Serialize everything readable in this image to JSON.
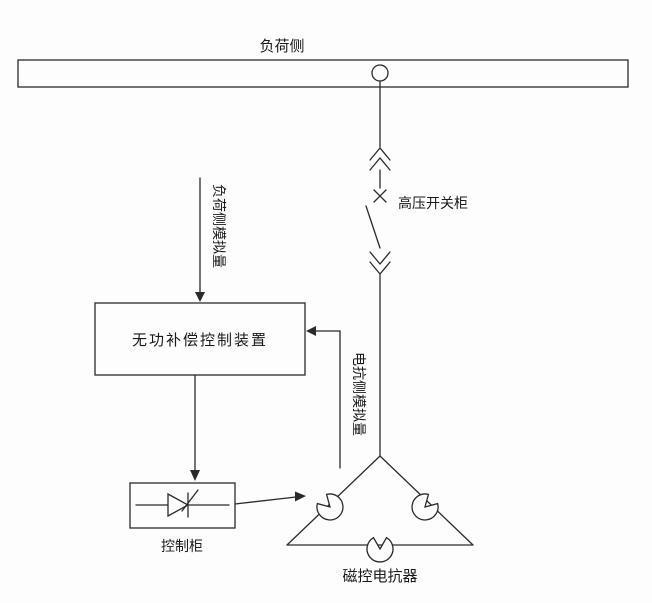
{
  "labels": {
    "bus": "负荷侧",
    "switchgear": "高压开关柜",
    "load_signal": "负荷侧模拟量",
    "controller": "无功补偿控制装置",
    "reactor_signal": "电抗侧模拟量",
    "control_cabinet": "控制柜",
    "reactor": "磁控电抗器"
  },
  "colors": {
    "line": "#2b2b2b",
    "text": "#1a1a1a",
    "background": "#fdfdfd"
  }
}
